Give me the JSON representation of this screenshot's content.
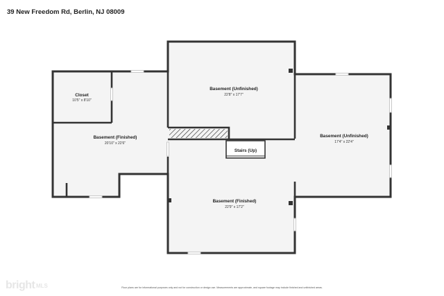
{
  "address": "39 New Freedom Rd, Berlin, NJ 08009",
  "rooms": [
    {
      "id": "closet",
      "name": "Closet",
      "dimensions": "10'5\" x 8'10\""
    },
    {
      "id": "basement-finished-left",
      "name": "Basement (Finished)",
      "dimensions": "20'10\" x 22'6\""
    },
    {
      "id": "basement-unfinished-top",
      "name": "Basement (Unfinished)",
      "dimensions": "22'8\" x 17'7\""
    },
    {
      "id": "basement-unfinished-right",
      "name": "Basement (Unfinished)",
      "dimensions": "17'4\" x 22'4\""
    },
    {
      "id": "stairs",
      "name": "Stairs (Up)",
      "dimensions": ""
    },
    {
      "id": "basement-finished-bottom",
      "name": "Basement (Finished)",
      "dimensions": "22'9\" x 17'2\""
    }
  ],
  "disclaimer": "Floor plans are for informational purposes only and not for construction or design use. Measurements are approximate, and square footage may include finished and unfinished areas.",
  "watermark": {
    "brand": "bright",
    "suffix": "MLS"
  },
  "colors": {
    "wall": "#333333",
    "floor": "#f4f4f4",
    "window": "#c8c8c8",
    "text": "#222222"
  }
}
